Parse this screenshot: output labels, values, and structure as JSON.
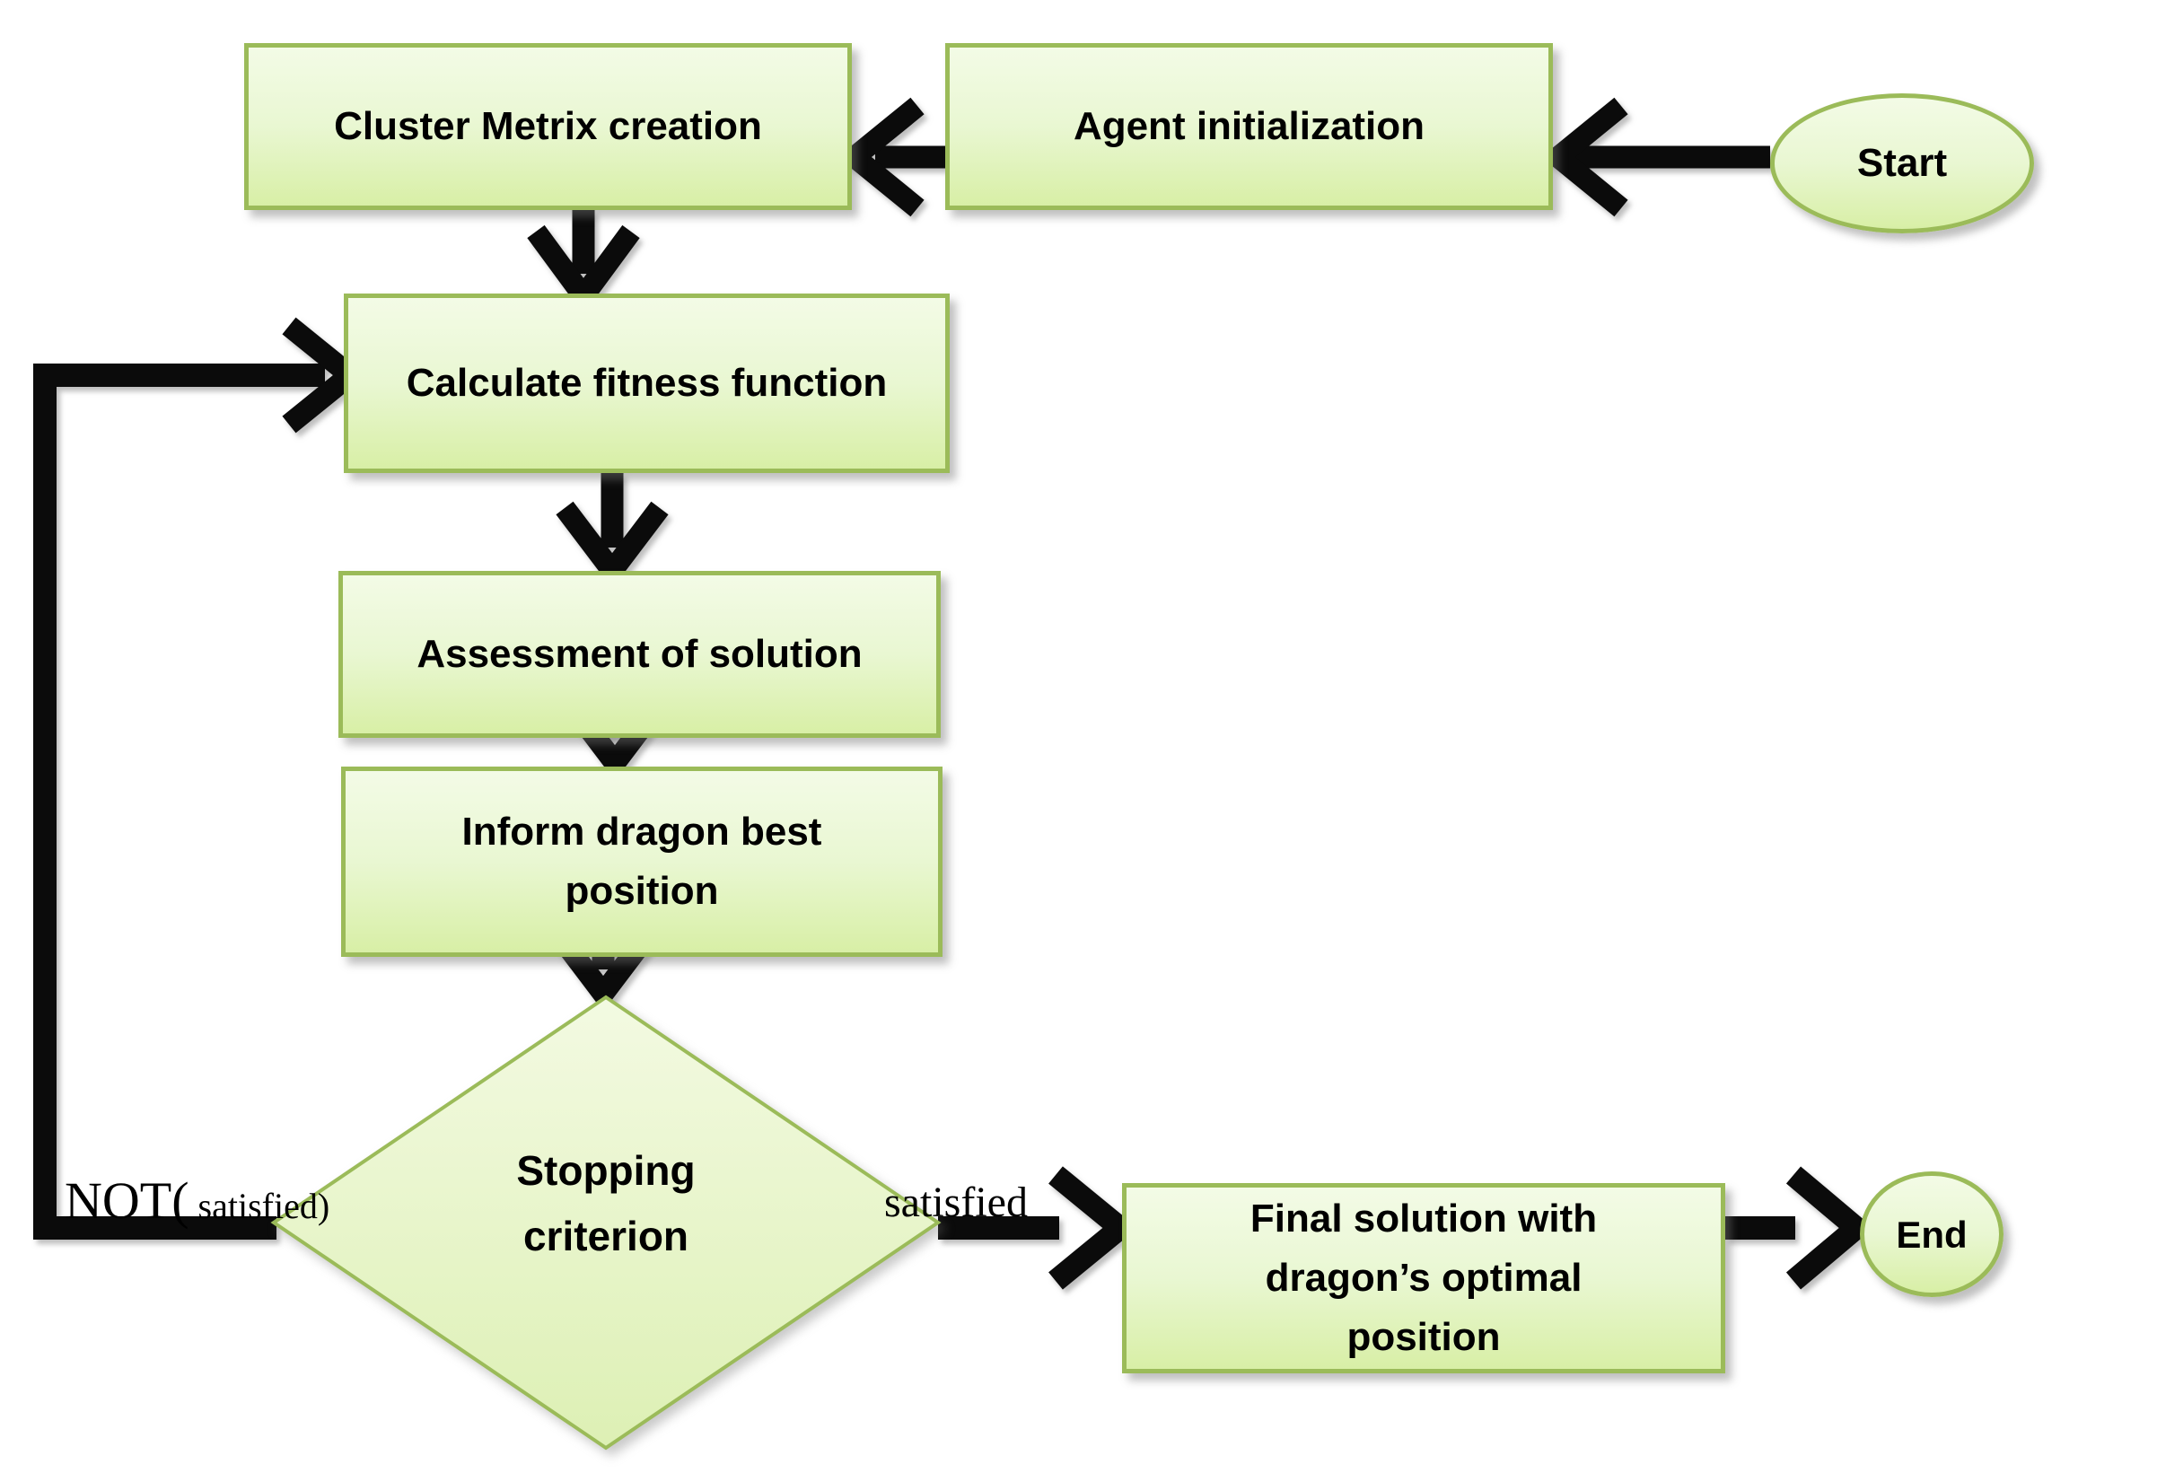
{
  "diagram": {
    "background": "#ffffff",
    "colors": {
      "node_fill_top": "#f3fbe6",
      "node_fill_bottom": "#d8efa6",
      "node_border": "#9bbb59",
      "arrow": "#0b0b0b",
      "text": "#000000"
    },
    "nodes": {
      "start": {
        "label": "Start"
      },
      "agent": {
        "label": "Agent initialization"
      },
      "cluster": {
        "label": "Cluster Metrix creation"
      },
      "calculate": {
        "label": "Calculate fitness function"
      },
      "assessment": {
        "label": "Assessment of solution"
      },
      "inform": {
        "line1": "Inform dragon best",
        "line2": "position"
      },
      "stopping": {
        "line1": "Stopping",
        "line2": "criterion"
      },
      "final": {
        "line1": "Final solution with",
        "line2": "dragon’s optimal",
        "line3": "position"
      },
      "end": {
        "label": "End"
      }
    },
    "edge_labels": {
      "not_satisfied_big": "NOT(",
      "not_satisfied_small": " satisfied)",
      "satisfied": "satisfied"
    }
  }
}
